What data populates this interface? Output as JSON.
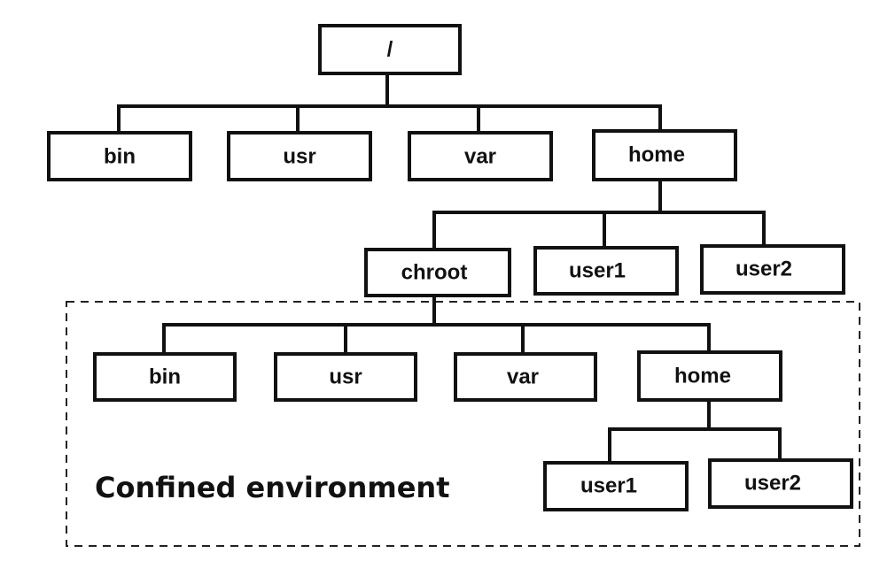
{
  "nodes": {
    "root": "/",
    "bin": "bin",
    "usr": "usr",
    "var": "var",
    "home": "home",
    "chroot": "chroot",
    "home_user1": "user1",
    "home_user2": "user2",
    "chroot_bin": "bin",
    "chroot_usr": "usr",
    "chroot_var": "var",
    "chroot_home": "home",
    "chroot_home_user1": "user1",
    "chroot_home_user2": "user2"
  },
  "confined_label": "Confined environment"
}
